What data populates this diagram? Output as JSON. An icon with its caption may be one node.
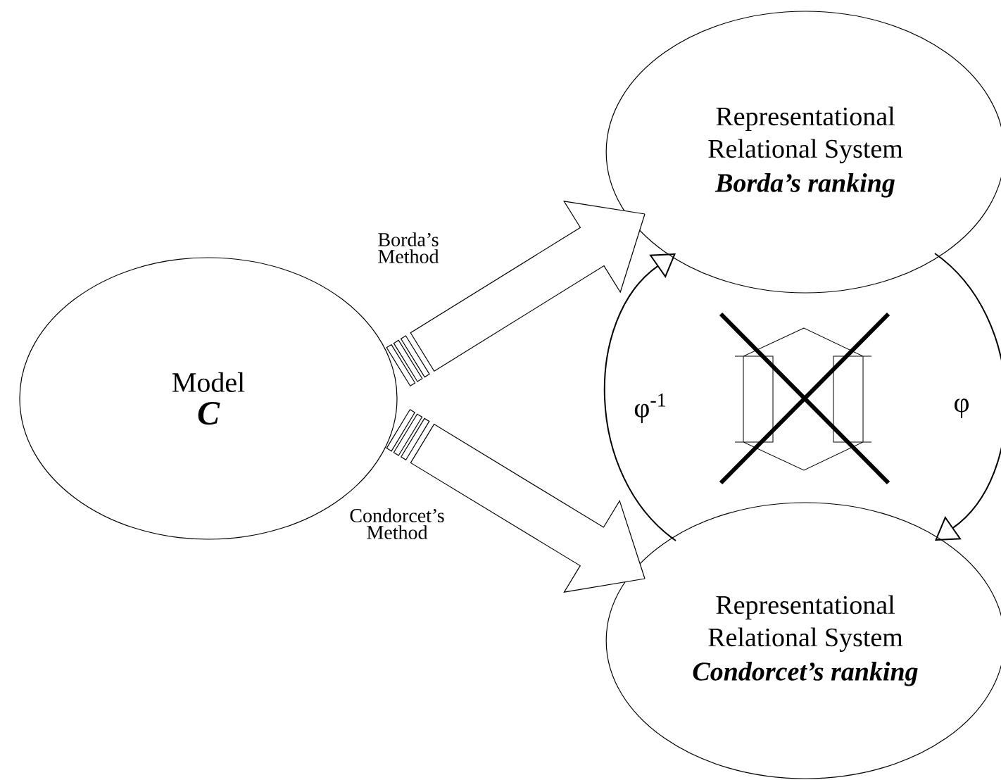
{
  "diagram": {
    "nodes": [
      {
        "text": [
          "Model",
          "C"
        ]
      },
      {
        "text": [
          "Representational Relational System",
          "Borda’s ranking"
        ]
      },
      {
        "text": [
          "Representational Relational System",
          "Condorcet’s ranking"
        ]
      }
    ],
    "edges": [
      {
        "from": 0,
        "to": 1,
        "arrow": "to",
        "label": "Borda’s Method"
      },
      {
        "from": 0,
        "to": 2,
        "arrow": "to",
        "label": "Condorcet’s Method"
      },
      {
        "from": 2,
        "to": 1,
        "arrow": "to",
        "label": "φ$^{-1}$"
      },
      {
        "from": 1,
        "to": 2,
        "arrow": "to",
        "label": "φ"
      }
    ]
  }
}
